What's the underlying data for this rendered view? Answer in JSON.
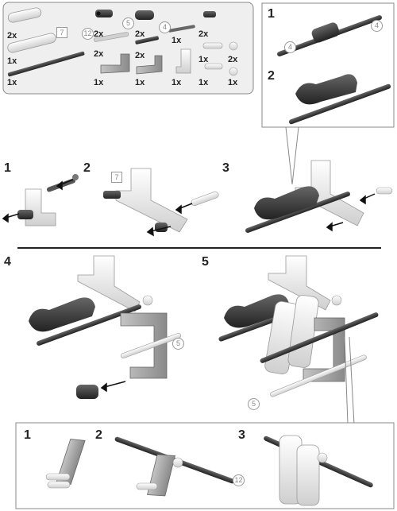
{
  "parts_list": {
    "quantities": [
      "2x",
      "1x",
      "1x",
      "2x",
      "2x",
      "2x",
      "2x",
      "1x",
      "1x",
      "1x",
      "2x",
      "1x",
      "2x",
      "1x",
      "1x",
      "1x"
    ],
    "lengths": [
      "7",
      "12",
      "5",
      "4"
    ]
  },
  "callout_top": {
    "steps": [
      "1",
      "2"
    ],
    "lengths": [
      "4",
      "4"
    ]
  },
  "main_steps": [
    "1",
    "2",
    "3",
    "4",
    "5"
  ],
  "main_lengths": [
    "7",
    "5",
    "5"
  ],
  "callout_bottom": {
    "steps": [
      "1",
      "2",
      "3"
    ],
    "lengths": [
      "12"
    ]
  },
  "colors": {
    "dark_part": "#3a3a3a",
    "light_part": "#f2f2f2",
    "mid_part": "#a9a9a9",
    "frame": "#888888",
    "panel_fill": "#efefef"
  }
}
